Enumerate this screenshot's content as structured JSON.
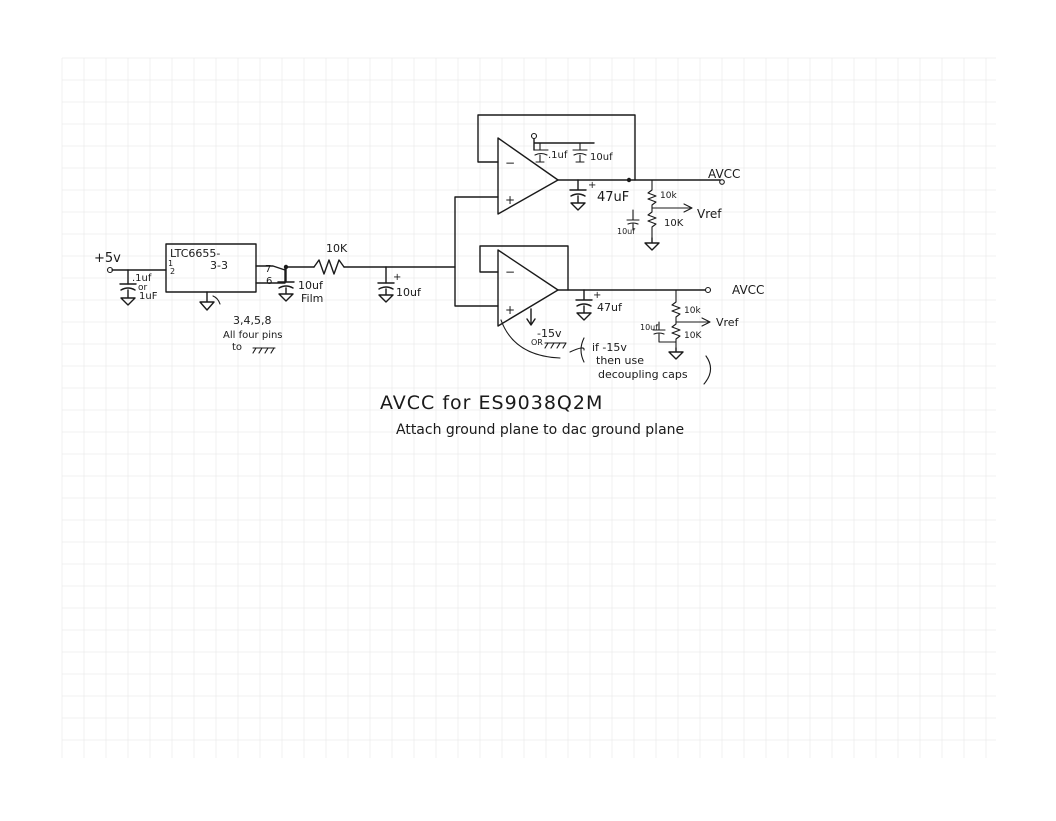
{
  "schematic": {
    "title": "AVCC for ES9038Q2M",
    "note": "Attach ground plane to dac ground plane",
    "input": {
      "label": "+5v",
      "cap": ".1uf",
      "cap_or": "or",
      "cap_alt": "1uF"
    },
    "reference": {
      "part": "LTC6655-",
      "variant": "3-3",
      "pin1": "1",
      "pin2": "2",
      "pin7": "7",
      "pin6": "6",
      "ground_pins": "3,4,5,8",
      "ground_note_1": "All four pins",
      "ground_note_2": "to"
    },
    "filter": {
      "cap1_value": "10uf",
      "cap1_type": "Film",
      "resistor": "10K",
      "cap2_value": "10uf"
    },
    "buffer_top": {
      "minus": "−",
      "plus": "+",
      "decoupling_1": ".1uf",
      "decoupling_2": "10uf",
      "output_cap": "47uF",
      "output": "AVCC",
      "divider_r1": "10k",
      "divider_r2": "10K",
      "divider_cap": "10uf",
      "vref": "Vref"
    },
    "buffer_bottom": {
      "minus": "−",
      "plus": "+",
      "output_cap": "47uf",
      "output": "AVCC",
      "divider_r1": "10k",
      "divider_r2": "10K",
      "divider_cap": "10uf",
      "vref": "Vref",
      "supply": "-15v",
      "supply_or": "OR",
      "supply_note_1": "if -15v",
      "supply_note_2": "then use",
      "supply_note_3": "decoupling caps"
    },
    "polarity": "+"
  }
}
